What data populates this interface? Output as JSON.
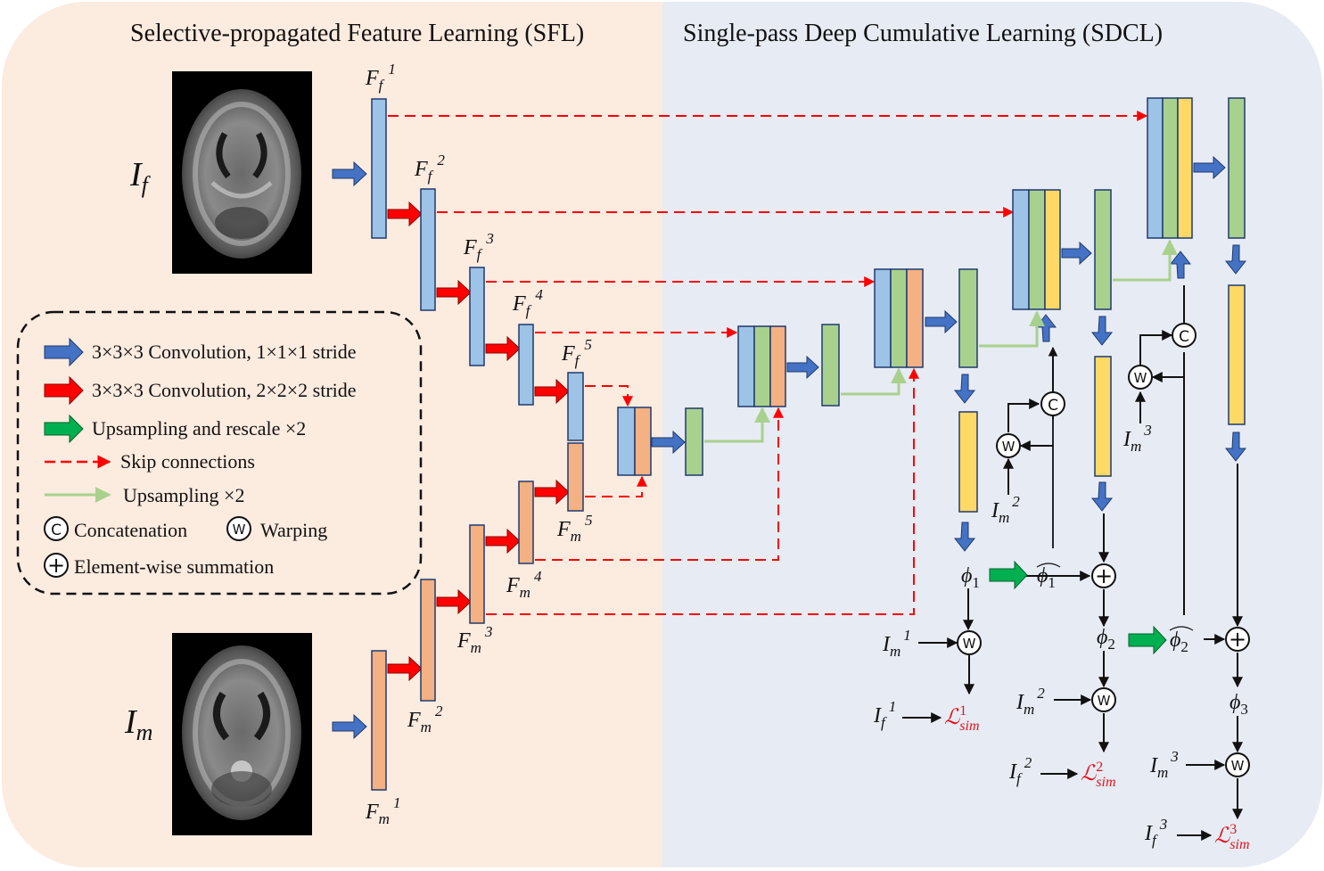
{
  "titles": {
    "left": "Selective-propagated Feature Learning (SFL)",
    "right": "Single-pass Deep Cumulative Learning (SDCL)"
  },
  "inputs": {
    "fixed": "I_f",
    "moving": "I_m"
  },
  "feature_labels": {
    "ff1": "F_f^1",
    "ff2": "F_f^2",
    "ff3": "F_f^3",
    "ff4": "F_f^4",
    "ff5": "F_f^5",
    "fm1": "F_m^1",
    "fm2": "F_m^2",
    "fm3": "F_m^3",
    "fm4": "F_m^4",
    "fm5": "F_m^5"
  },
  "legend": {
    "conv1": "3×3×3 Convolution, 1×1×1 stride",
    "conv2": "3×3×3 Convolution, 2×2×2 stride",
    "upsample_rescale": "Upsampling and rescale ×2",
    "skip": "Skip connections",
    "upsample": "Upsampling ×2",
    "concat": "Concatenation",
    "warp": "Warping",
    "sum": "Element-wise summation"
  },
  "symbols": {
    "concat": "C",
    "warp": "W",
    "sum": "+"
  },
  "colors": {
    "left_bg": "#fcebdf",
    "right_bg": "#e7ebf4",
    "blue_block": "#9dc3e6",
    "orange_block": "#f4b183",
    "green_block": "#a9d18e",
    "yellow_block": "#ffd966",
    "conv1_arrow": "#4472c4",
    "conv2_arrow": "#ff0000",
    "upsample_rescale_arrow": "#00b050",
    "skip_line": "#ff0000",
    "upsample_line": "#a9d18e",
    "loss_text": "#e3141b"
  }
}
